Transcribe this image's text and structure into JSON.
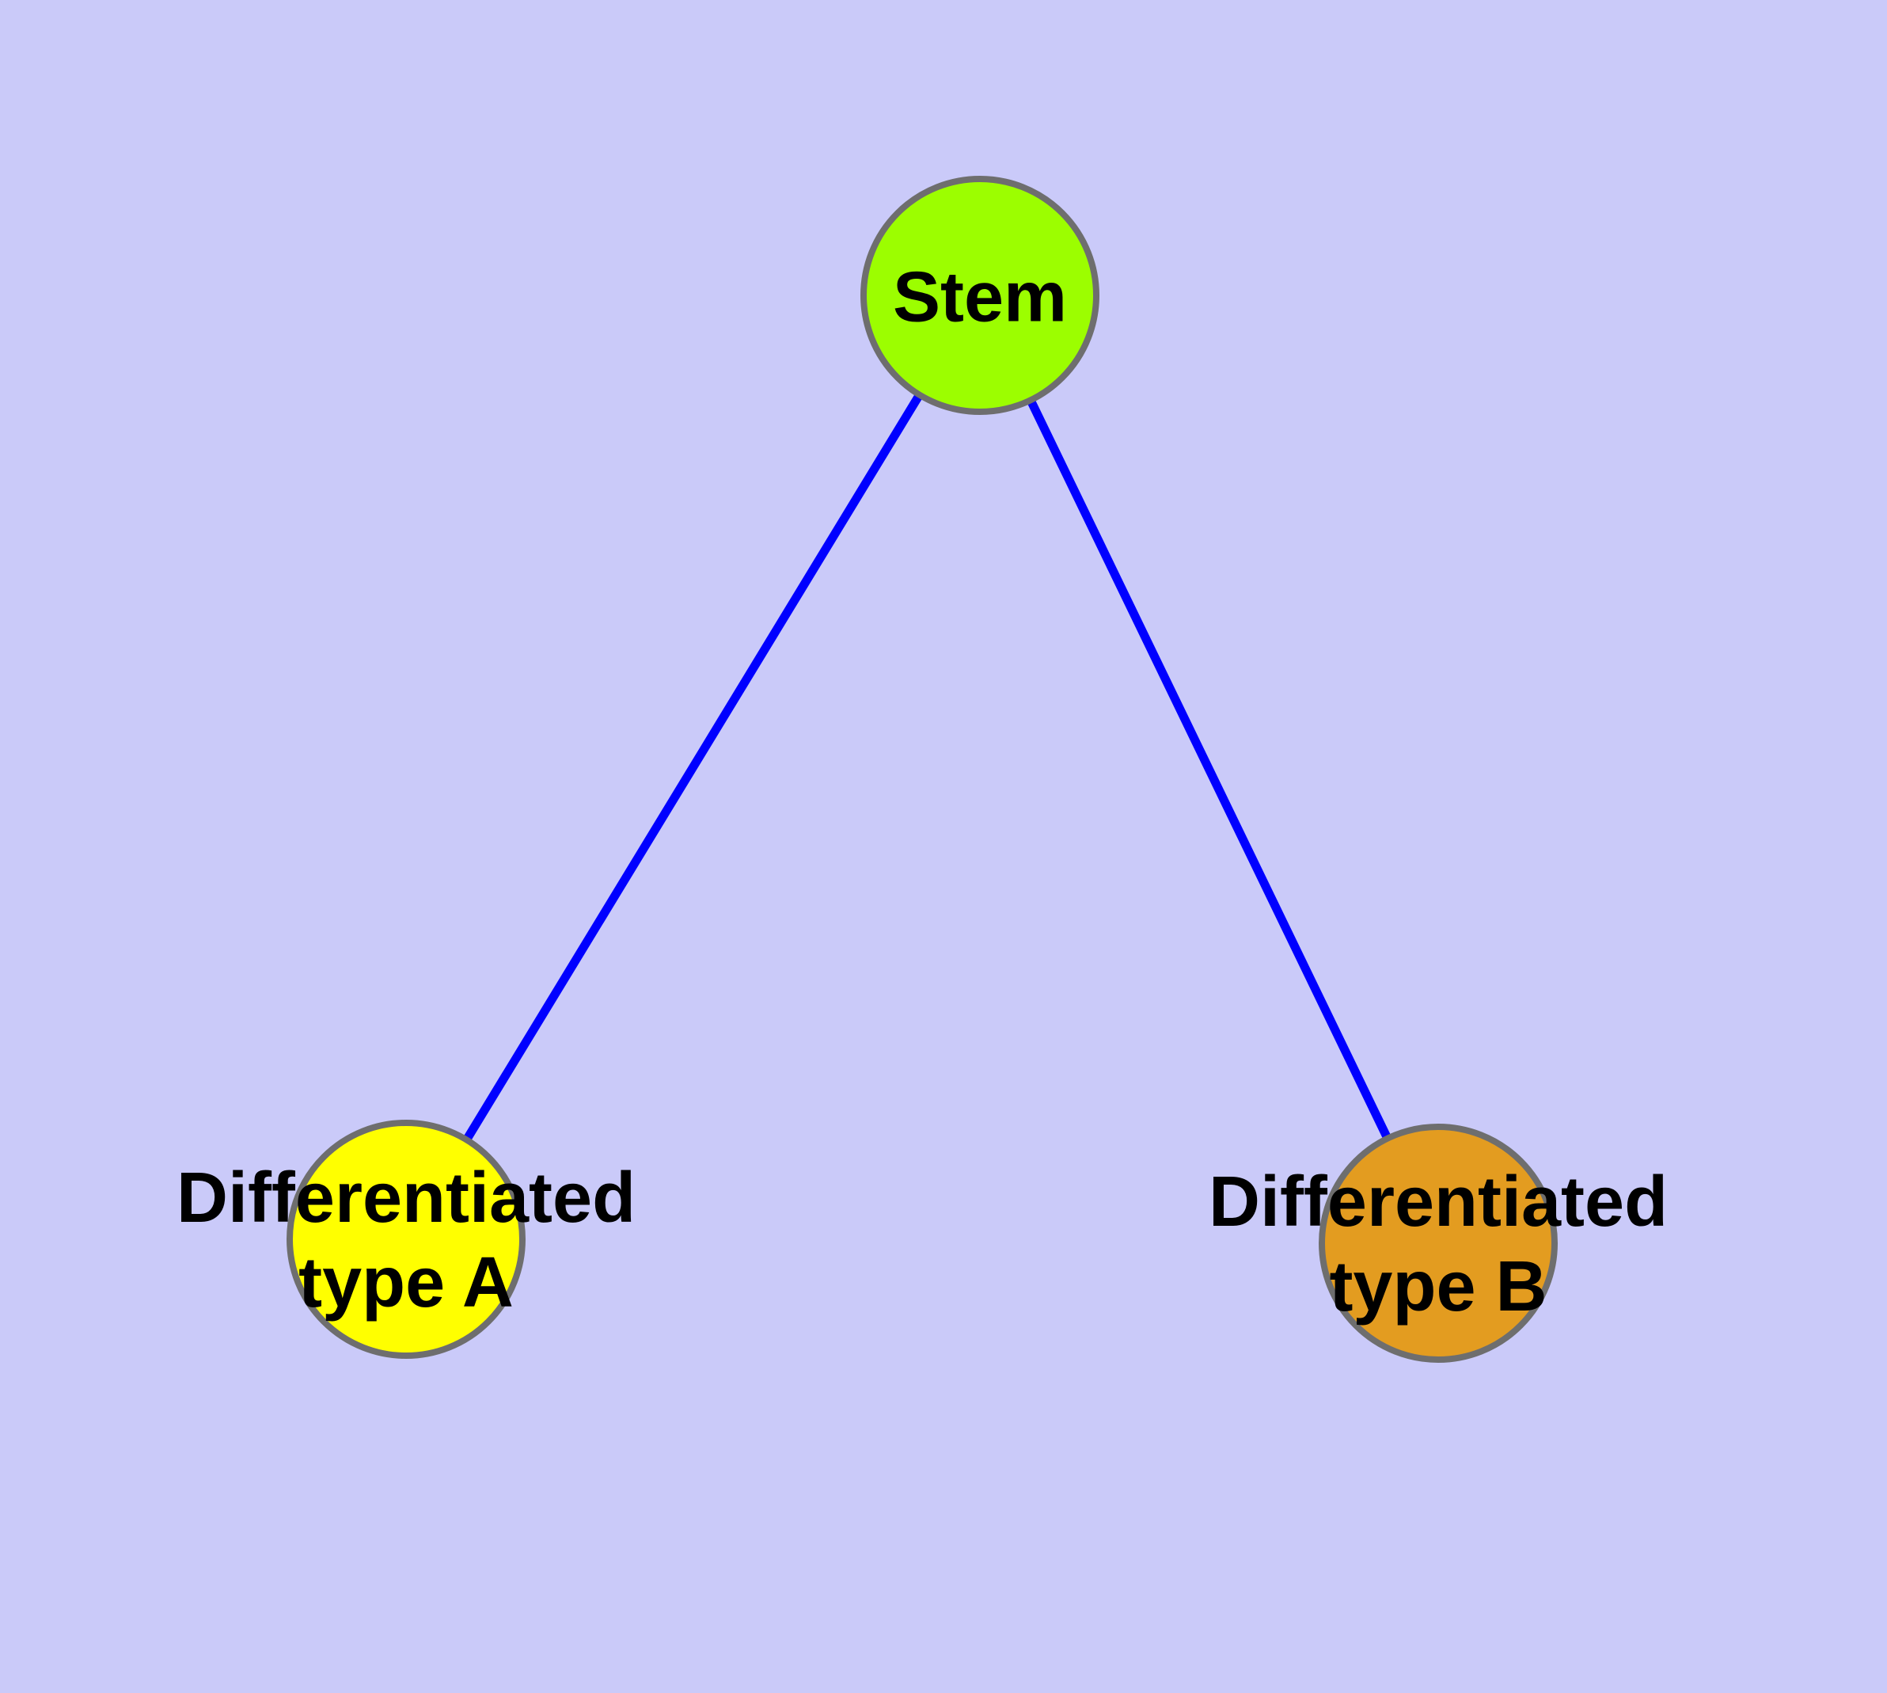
{
  "diagram": {
    "type": "graph",
    "background_color": "#CACAF9",
    "edge_color": "#0000FF",
    "node_border_color": "#6E6E6E",
    "text_color": "#000000",
    "nodes": {
      "stem": {
        "label": "Stem",
        "color": "#9CFE00"
      },
      "type_a": {
        "label_line1": "Differentiated",
        "label_line2": "type A",
        "label_full": "Differentiated type A",
        "color": "#FFFF00"
      },
      "type_b": {
        "label_line1": "Differentiated",
        "label_line2": "type B",
        "label_full": "Differentiated type B",
        "color": "#E39C20"
      }
    },
    "edges": [
      {
        "from": "Stem",
        "to": "Differentiated type A",
        "style": "solid",
        "arrowhead": "none"
      },
      {
        "from": "Stem",
        "to": "Differentiated type B",
        "style": "solid",
        "arrowhead": "none"
      }
    ]
  }
}
